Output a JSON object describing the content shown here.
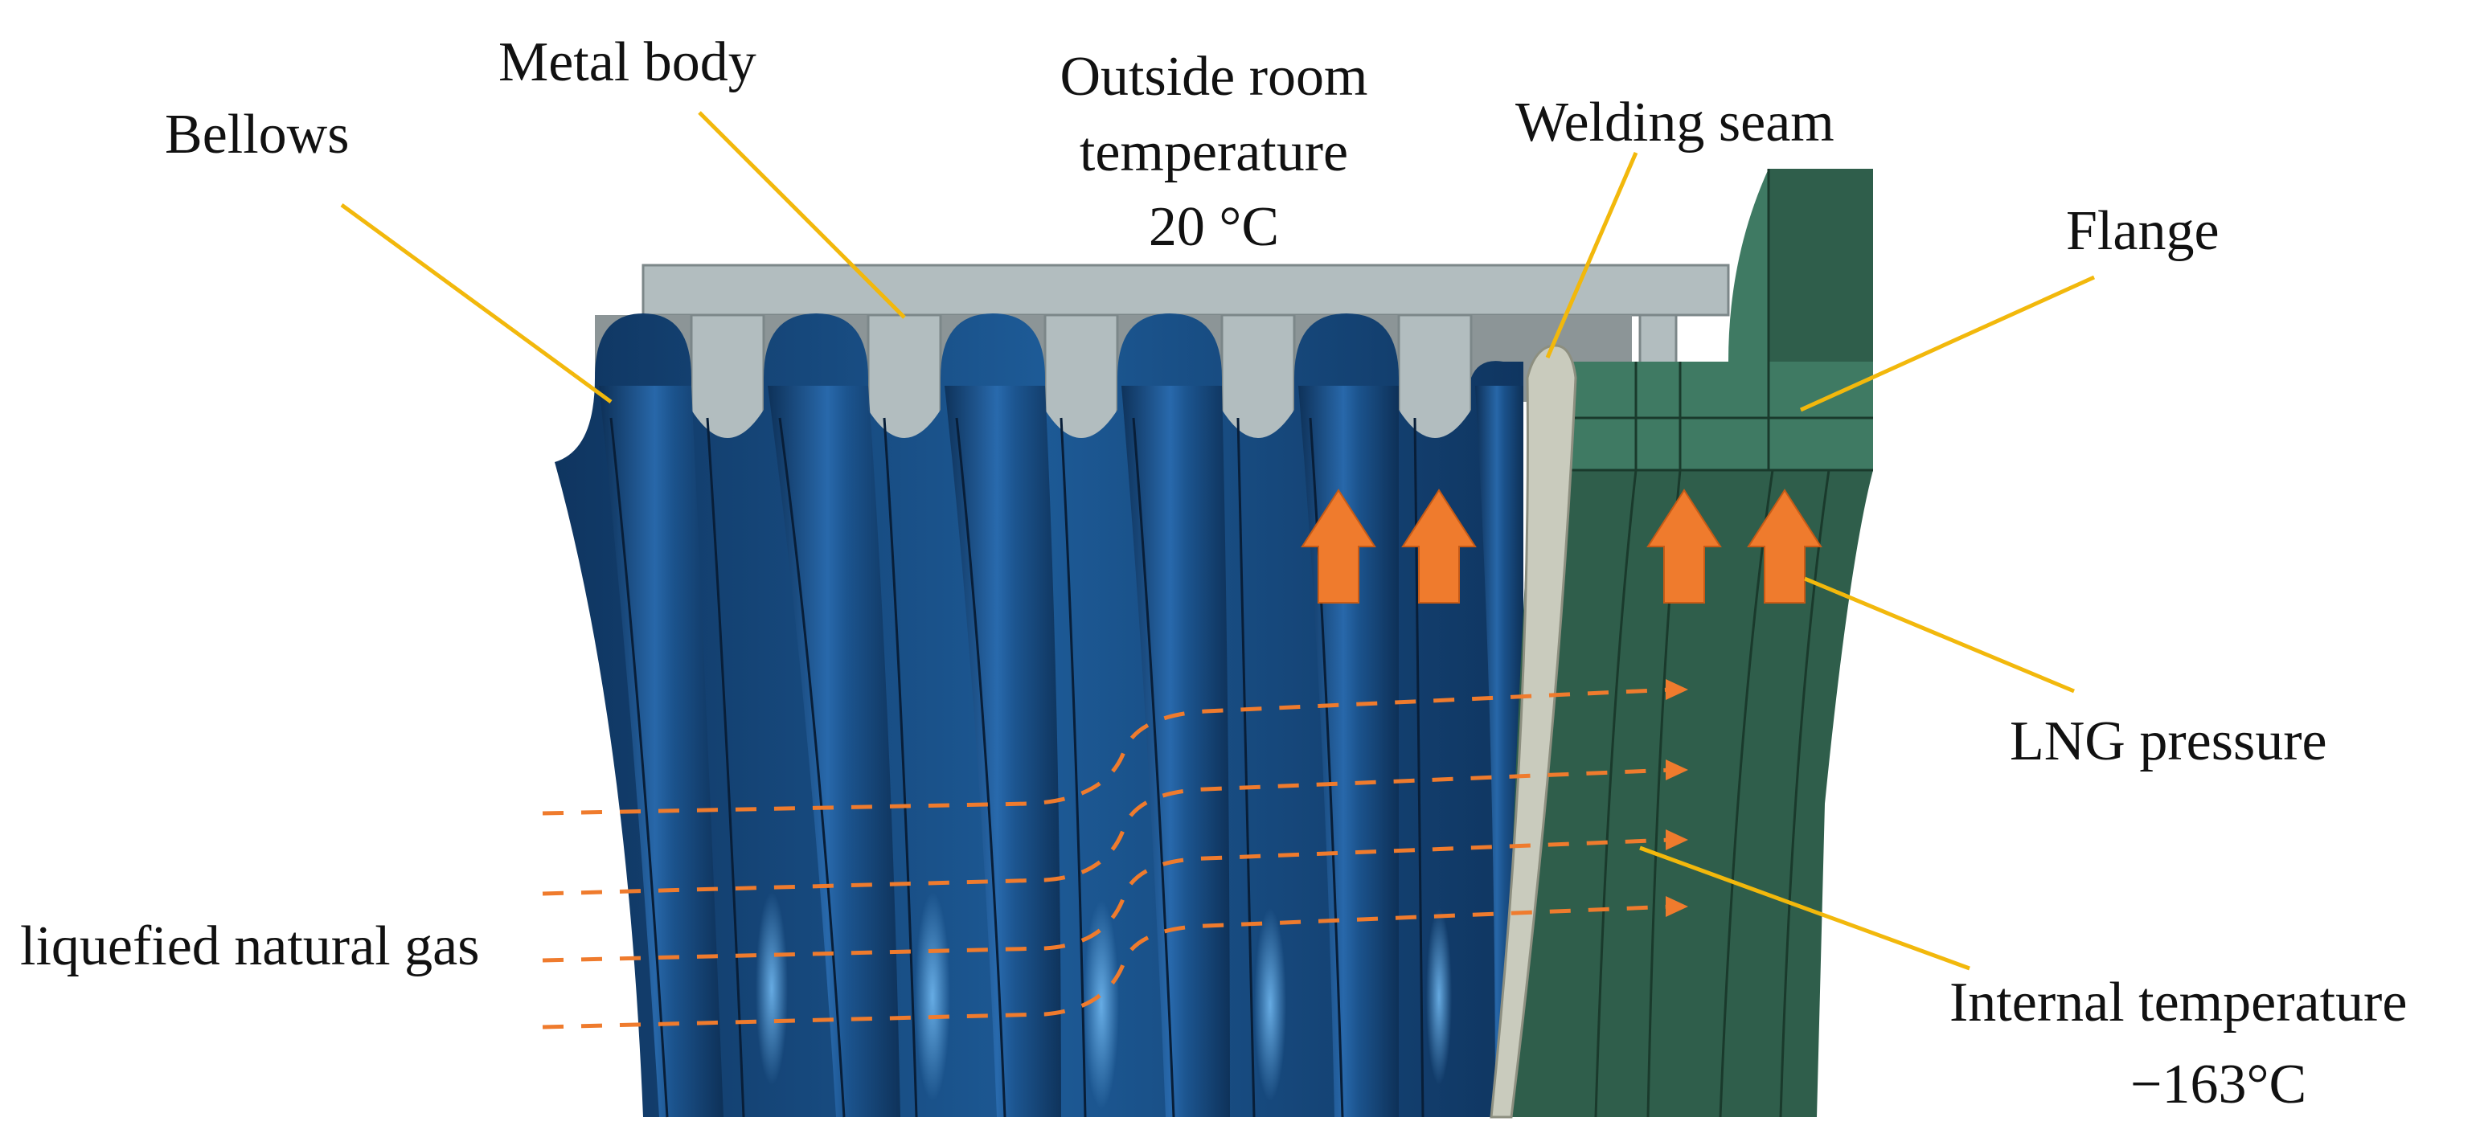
{
  "labels": {
    "bellows": "Bellows",
    "metal_body": "Metal body",
    "outside_temp_line1": "Outside room",
    "outside_temp_line2": "temperature",
    "outside_temp_line3": "20 °C",
    "welding_seam": "Welding seam",
    "flange": "Flange",
    "lng_pressure": "LNG pressure",
    "liquefied_gas": "liquefied natural gas",
    "internal_temp_line1": "Internal temperature",
    "internal_temp_line2": "−163°C"
  },
  "colors": {
    "bellows": "#1a4f86",
    "bellows_dark": "#0f3560",
    "metal_body": "#aeb9bb",
    "flange": "#2f5e4b",
    "flange_top": "#3f7a63",
    "weld": "#c9cbbd",
    "pressure_arrow": "#ef7b2d",
    "leader_line": "#f2b80c"
  }
}
